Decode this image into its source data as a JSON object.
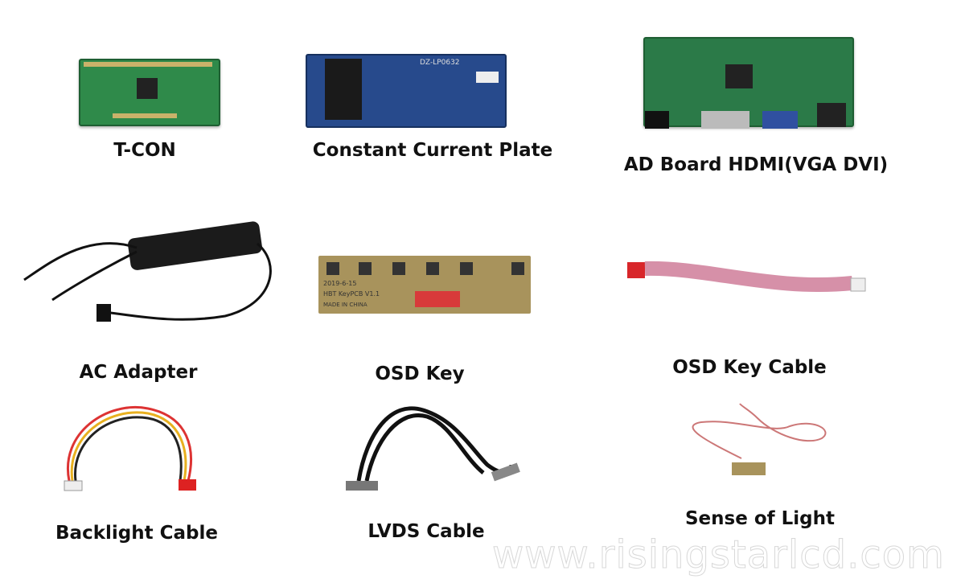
{
  "items": [
    {
      "label": "T-CON"
    },
    {
      "label": "Constant Current Plate"
    },
    {
      "label": "AD Board HDMI(VGA DVI)"
    },
    {
      "label": "AC Adapter"
    },
    {
      "label": "OSD Key"
    },
    {
      "label": "OSD Key Cable"
    },
    {
      "label": "Backlight Cable"
    },
    {
      "label": "LVDS  Cable"
    },
    {
      "label": "Sense of  Light"
    }
  ],
  "board_text": {
    "ccp": "DZ-LP0632",
    "osd": "HBT KeyPCB V1.1",
    "osd_date": "2019-6-15",
    "osd_made": "MADE IN CHINA"
  },
  "watermark": "www.risingstarlcd.com"
}
